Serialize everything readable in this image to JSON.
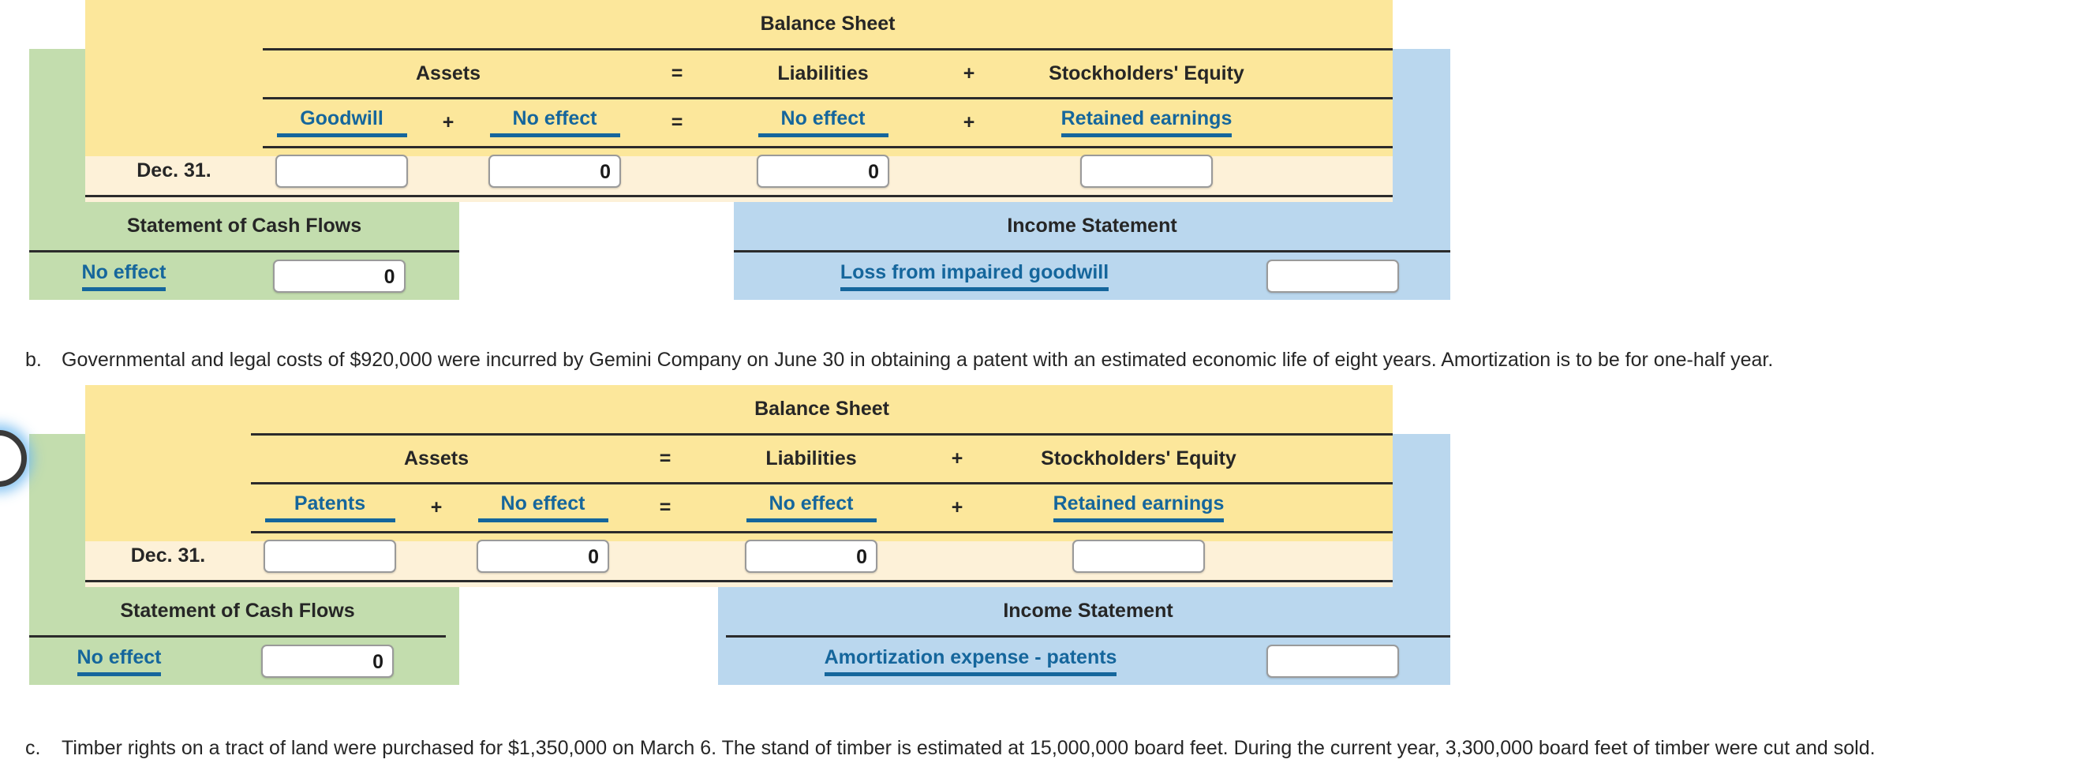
{
  "worksheets": [
    {
      "id": "goodwill",
      "balance_sheet_title": "Balance Sheet",
      "groups": {
        "assets": "Assets",
        "liabilities": "Liabilities",
        "equity": "Stockholders' Equity"
      },
      "operators": {
        "plus": "+",
        "equals": "="
      },
      "accounts": {
        "asset1": "Goodwill",
        "asset2": "No effect",
        "liability": "No effect",
        "equity": "Retained earnings"
      },
      "date_label": "Dec. 31.",
      "values": {
        "asset1": "",
        "asset2": "0",
        "liability": "0",
        "equity": ""
      },
      "cash_flows_title": "Statement of Cash Flows",
      "cash_flow_account": "No effect",
      "cash_flow_value": "0",
      "income_statement_title": "Income Statement",
      "income_account": "Loss from impaired goodwill",
      "income_value": ""
    },
    {
      "id": "patents",
      "balance_sheet_title": "Balance Sheet",
      "groups": {
        "assets": "Assets",
        "liabilities": "Liabilities",
        "equity": "Stockholders' Equity"
      },
      "operators": {
        "plus": "+",
        "equals": "="
      },
      "accounts": {
        "asset1": "Patents",
        "asset2": "No effect",
        "liability": "No effect",
        "equity": "Retained earnings"
      },
      "date_label": "Dec. 31.",
      "values": {
        "asset1": "",
        "asset2": "0",
        "liability": "0",
        "equity": ""
      },
      "cash_flows_title": "Statement of Cash Flows",
      "cash_flow_account": "No effect",
      "cash_flow_value": "0",
      "income_statement_title": "Income Statement",
      "income_account": "Amortization expense - patents",
      "income_value": ""
    }
  ],
  "problems": [
    {
      "marker": "b.",
      "text": "Governmental and legal costs of $920,000 were incurred by Gemini Company on June 30 in obtaining a patent with an estimated economic life of eight years. Amortization is to be for one-half year."
    },
    {
      "marker": "c.",
      "text": "Timber rights on a tract of land were purchased for $1,350,000 on March 6. The stand of timber is estimated at 15,000,000 board feet. During the current year, 3,300,000 board feet of timber were cut and sold."
    }
  ],
  "colors": {
    "balance_sheet_header": "#fce79b",
    "balance_sheet_row": "#fdf1d8",
    "cash_flows_panel": "#c3ddae",
    "income_statement_panel": "#bad7ee",
    "account_link": "#15669c",
    "text": "#262626"
  }
}
